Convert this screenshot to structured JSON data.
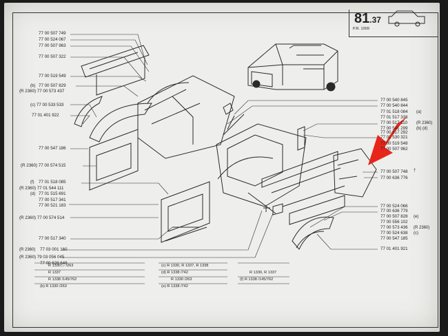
{
  "header": {
    "page_number": "81",
    "page_sub": ".37",
    "pr": "P.R. 1009"
  },
  "labels_left": [
    "77 00 507 749",
    "77 00 524 067",
    "77 00 507 963",
    "77 00 507 322",
    "77 00 519 549",
    "77 00 507 829",
    "(R 2360) 77 00 573 437",
    "(c) 77 00 533 533",
    "77 01 401 922",
    "77 00 547 186",
    "(R 2360) 77 00 574 515",
    "77 01 518 085",
    "(R 2360) 77 01 544 111",
    "77 01 515 691",
    "77 00 517 341",
    "77 00 521 183",
    "(R 2360) 77 00 574 514",
    "77 00 517 340",
    "77 03 001 160",
    "(R 2360) 79 03 056 045",
    "77 00 628 648"
  ],
  "labels_right": [
    "77 00 540 845",
    "77 00 540 844",
    "77 01 518 084",
    "77 01 517 338",
    "77 00 517 110",
    "77 00 541 299",
    "77 00 517 292",
    "77 01 530 321",
    "77 00 519 548",
    "77 00 507 962",
    "77 00 507 748",
    "77 00 636 776",
    "77 00 524 066",
    "77 00 636 779",
    "77 00 507 828",
    "77 00 556 102",
    "77 00 573 436",
    "77 00 524 638",
    "77 00 547 185",
    "77 01 401 921"
  ],
  "annotations": {
    "r2360_1": "(R 2360)",
    "r2360_2": "(R 2360)",
    "r2360_3": "(R 2360)",
    "a": "(a)",
    "b": "(b)",
    "c": "(c)",
    "d": "(d)",
    "e": "(e)",
    "f": "(f)",
    "bd": "(b) (d)",
    "t": "†"
  },
  "legend": {
    "row1": "R 1330  ▷ /263",
    "row2": "R 1337",
    "row3": "R 1338  /145/762",
    "row4": "(b)  R 1330  /263",
    "row5": "(c)  R 1330, R 1337, R 1338",
    "row6": "(d)  R 1338  /742",
    "row7": "R 1330  /263",
    "row8": "(e)  R 1338  /742",
    "row9": "R 1330, R 1337",
    "row10": "(f)  R 1338  /145/762"
  },
  "colors": {
    "paper": "#eeeeec",
    "ink": "#222222",
    "arrow": "#e8251a"
  },
  "icons": [
    "car-side-icon",
    "red-arrow-icon"
  ]
}
